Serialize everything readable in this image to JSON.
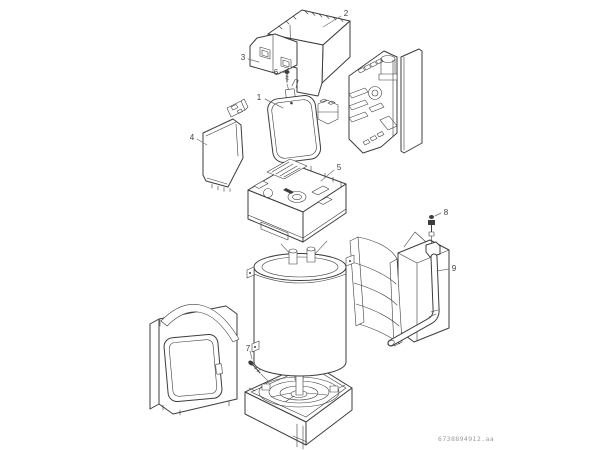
{
  "figure": {
    "kind": "Exploded parts diagram",
    "caption": "6738894912.aa"
  },
  "colors": {
    "line": "#3d3d3d",
    "leader": "#707070",
    "background": "#ffffff",
    "caption_text": "#9b9b9b",
    "callout_text": "#3d3d3d"
  },
  "callouts": [
    {
      "label": "1"
    },
    {
      "label": "2"
    },
    {
      "label": "3"
    },
    {
      "label": "4"
    },
    {
      "label": "5"
    },
    {
      "label": "6"
    },
    {
      "label": "7"
    },
    {
      "label": "8"
    },
    {
      "label": "9"
    }
  ]
}
